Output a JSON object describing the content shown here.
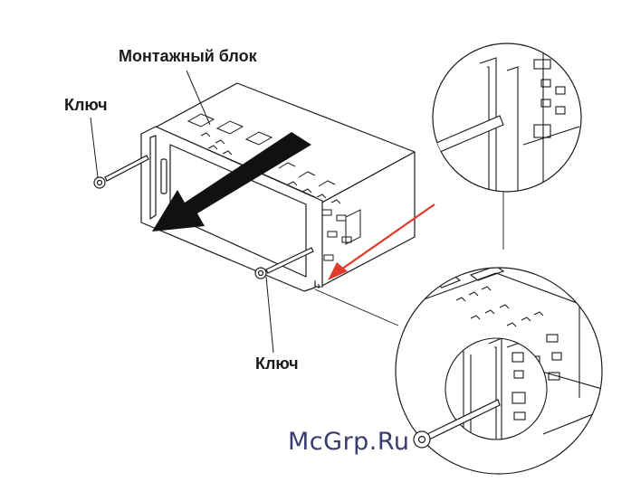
{
  "labels": {
    "mounting_block": "Монтажный блок",
    "key_top": "Ключ",
    "key_bottom": "Ключ"
  },
  "watermark": "McGrp.Ru",
  "colors": {
    "line": "#1a1a1a",
    "arrow_black": "#111111",
    "arrow_red": "#e03b2b",
    "watermark": "#3a3b6e"
  }
}
